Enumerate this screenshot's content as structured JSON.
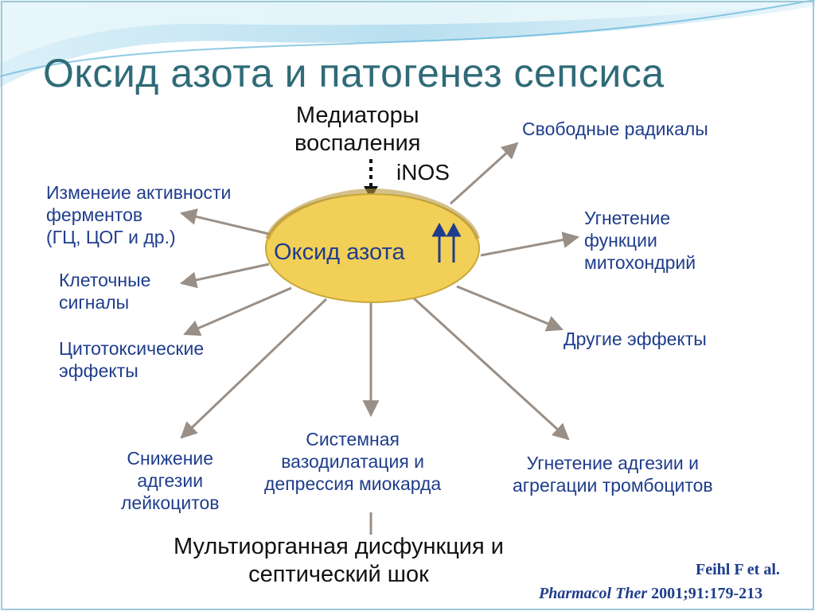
{
  "title": "Оксид азота и патогенез сепсиса",
  "center": {
    "label": "Оксид азота",
    "arrows_glyph": "↑↑"
  },
  "source": {
    "line1": [
      "Медиаторы",
      "воспаления"
    ],
    "enzyme": "iNOS"
  },
  "effects": {
    "enzymes": [
      "Изменеие активности",
      "ферментов",
      "(ГЦ, ЦОГ и др.)"
    ],
    "cell_signals": [
      "Клеточные",
      "сигналы"
    ],
    "cytotoxic": [
      "Цитотоксические",
      "эффекты"
    ],
    "leukocytes": [
      "Снижение",
      "адгезии",
      "лейкоцитов"
    ],
    "vasodilation": [
      "Системная",
      "вазодилатация и",
      "депрессия миокарда"
    ],
    "platelets": [
      "Угнетение адгезии и",
      "агрегации тромбоцитов"
    ],
    "radicals": [
      "Свободные радикалы"
    ],
    "mitochondria": [
      "Угнетение",
      "функции",
      "митохондрий"
    ],
    "other": [
      "Другие эффекты"
    ]
  },
  "outcome": [
    "Мультиорганная дисфункция и",
    "септический шок"
  ],
  "citation": {
    "author": "Feihl F et al.",
    "journal": "Pharmacol Ther",
    "ref": "2001;91:179-213"
  },
  "colors": {
    "title": "#2f6b78",
    "text_blue": "#1f3d8c",
    "ellipse": "#f2cf56",
    "ellipse_edge": "#c9a83a",
    "arrows": "#9a8f86",
    "wave": "#8ccbe6"
  }
}
